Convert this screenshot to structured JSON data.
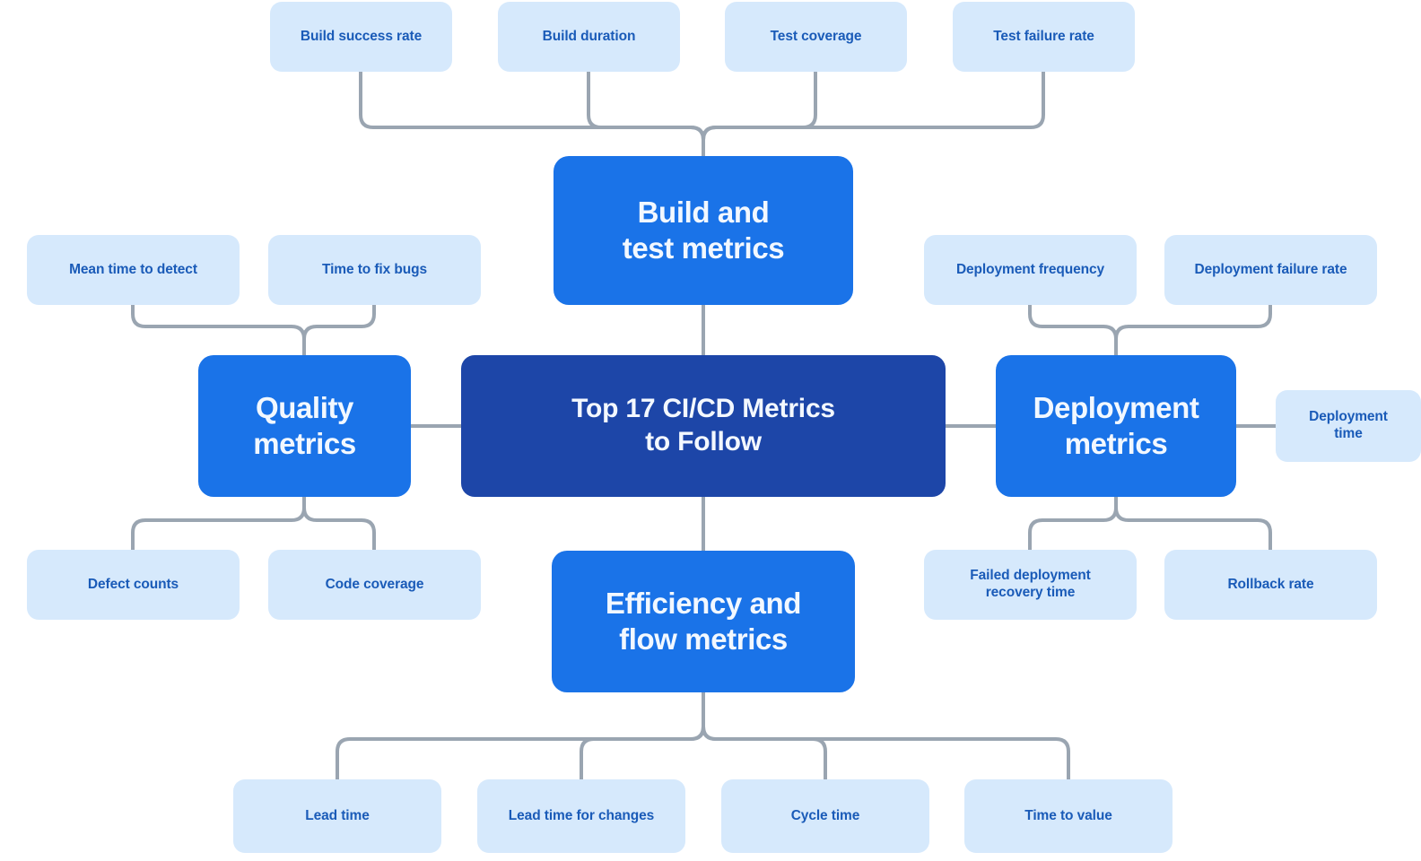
{
  "diagram": {
    "title": "Top 17 CI/CD Metrics to Follow",
    "type": "mind-map",
    "colors": {
      "root_bg": "#1d46a8",
      "branch_bg": "#1a73e8",
      "leaf_bg": "#d6e9fc",
      "leaf_text": "#1a5bb8",
      "node_text_light": "#f3f8ff",
      "connector": "#9aa5b1",
      "background": "#ffffff"
    },
    "root": {
      "label": "Top 17 CI/CD Metrics\nto Follow"
    },
    "branches": [
      {
        "id": "build-and-test-metrics",
        "label": "Build and\ntest metrics",
        "children": [
          {
            "id": "build-success-rate",
            "label": "Build success rate"
          },
          {
            "id": "build-duration",
            "label": "Build duration"
          },
          {
            "id": "test-coverage",
            "label": "Test coverage"
          },
          {
            "id": "test-failure-rate",
            "label": "Test failure rate"
          }
        ]
      },
      {
        "id": "quality-metrics",
        "label": "Quality\nmetrics",
        "children": [
          {
            "id": "mean-time-to-detect",
            "label": "Mean time to detect"
          },
          {
            "id": "time-to-fix-bugs",
            "label": "Time to fix bugs"
          },
          {
            "id": "defect-counts",
            "label": "Defect counts"
          },
          {
            "id": "code-coverage",
            "label": "Code coverage"
          }
        ]
      },
      {
        "id": "deployment-metrics",
        "label": "Deployment\nmetrics",
        "children": [
          {
            "id": "deployment-frequency",
            "label": "Deployment frequency"
          },
          {
            "id": "deployment-failure-rate",
            "label": "Deployment failure rate"
          },
          {
            "id": "deployment-time",
            "label": "Deployment\ntime"
          },
          {
            "id": "failed-deployment-recovery-time",
            "label": "Failed deployment\nrecovery time"
          },
          {
            "id": "rollback-rate",
            "label": "Rollback rate"
          }
        ]
      },
      {
        "id": "efficiency-and-flow-metrics",
        "label": "Efficiency and\nflow metrics",
        "children": [
          {
            "id": "lead-time",
            "label": "Lead time"
          },
          {
            "id": "lead-time-for-changes",
            "label": "Lead time for changes"
          },
          {
            "id": "cycle-time",
            "label": "Cycle time"
          },
          {
            "id": "time-to-value",
            "label": "Time to value"
          }
        ]
      }
    ]
  }
}
